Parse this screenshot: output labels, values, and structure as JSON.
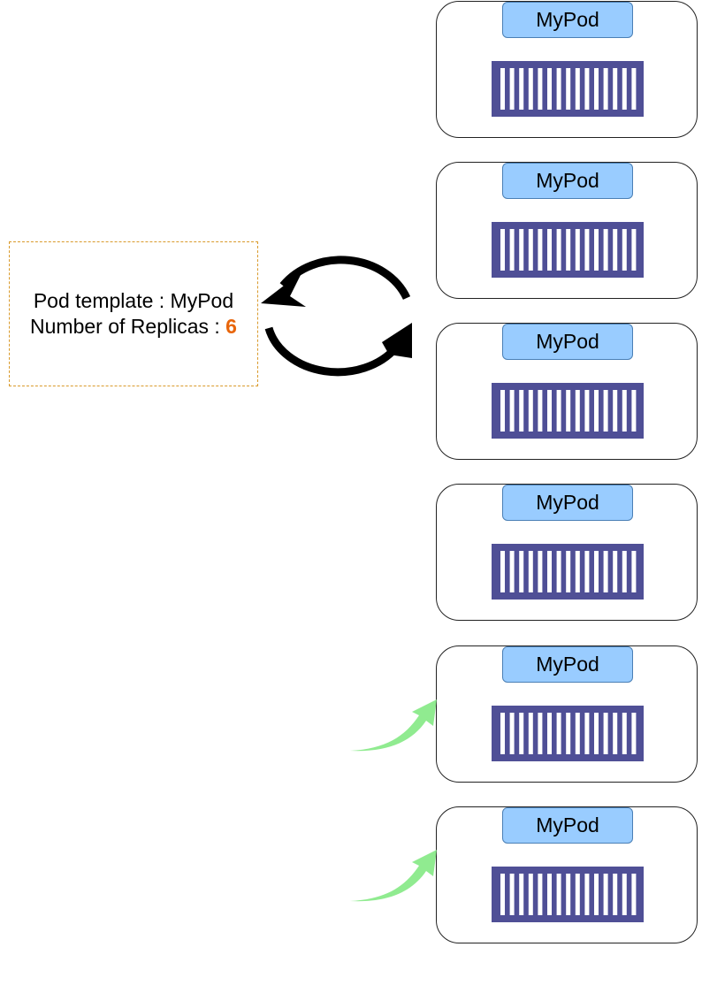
{
  "replicaset": {
    "template_label": "Pod template : MyPod",
    "replicas_label": "Number of Replicas : ",
    "replicas_value": "6"
  },
  "pods": [
    {
      "label": "MyPod",
      "newly_created": false
    },
    {
      "label": "MyPod",
      "newly_created": false
    },
    {
      "label": "MyPod",
      "newly_created": false
    },
    {
      "label": "MyPod",
      "newly_created": false
    },
    {
      "label": "MyPod",
      "newly_created": true
    },
    {
      "label": "MyPod",
      "newly_created": true
    }
  ],
  "colors": {
    "replica_count": "#e8650a",
    "pod_label_fill": "#99ccff",
    "container_fill": "#4f4f96",
    "new_arrow": "#7de87d"
  },
  "icons": {
    "reconcile": "circular-arrows-icon",
    "container": "container-icon",
    "create": "green-curved-arrow-icon"
  }
}
